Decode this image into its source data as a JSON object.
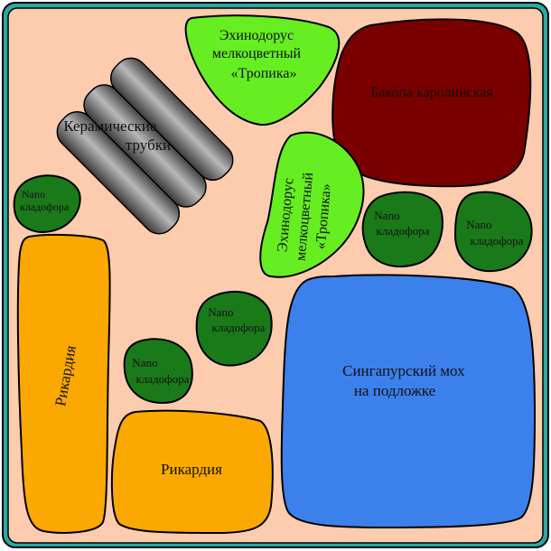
{
  "colors": {
    "background": "#FDCCAE",
    "frame": "#2AA9A0",
    "light_green": "#66EE22",
    "dark_green": "#1A7A1A",
    "maroon": "#7A0000",
    "orange": "#FBA802",
    "blue": "#3C80EC",
    "gray_dark": "#3A3A3A",
    "gray_light": "#B8B8B8"
  },
  "plants": {
    "ceramic_tubes": [
      "Керамические",
      "трубки"
    ],
    "echinodorus_top": [
      "Эхинодорус",
      "мелкоцветный",
      "«Тропика»"
    ],
    "echinodorus_mid": [
      "Эхинодорус",
      "мелкоцветный",
      "«Тропика»"
    ],
    "bacopa": "Бакопа каролинская",
    "nano_1": [
      "Nano",
      "кладофора"
    ],
    "nano_2": [
      "Nano",
      "кладофора"
    ],
    "nano_3": [
      "Nano",
      "кладофора"
    ],
    "nano_4": [
      "Nano",
      "кладофора"
    ],
    "nano_5": [
      "Nano",
      "кладофора"
    ],
    "riccardia_tall": "Рикардия",
    "riccardia_bottom": "Рикардия",
    "moss": [
      "Сингапурский мох",
      "на подложке"
    ]
  }
}
